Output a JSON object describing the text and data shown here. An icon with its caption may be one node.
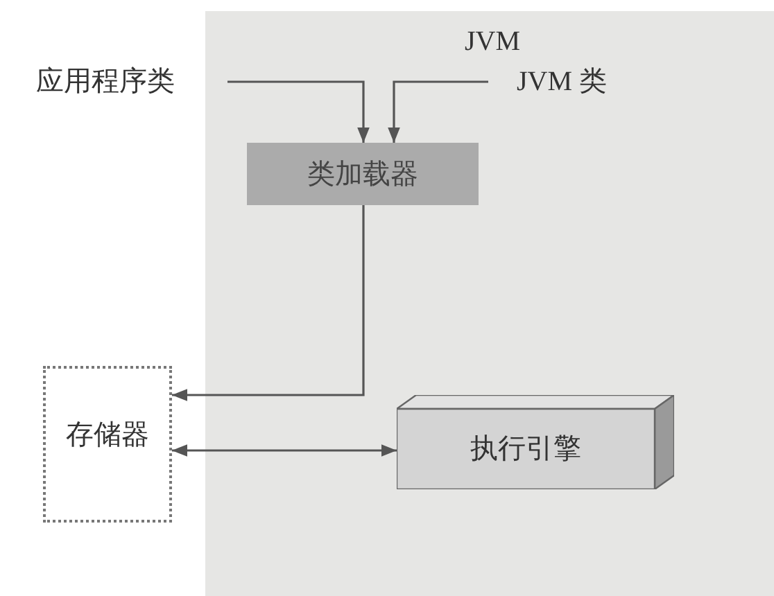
{
  "diagram": {
    "nodes": [
      {
        "text": [
          "JVM"
        ]
      },
      {
        "text": [
          "应用程序类"
        ]
      },
      {
        "text": [
          "JVM 类"
        ],
        "in": 0
      },
      {
        "text": [
          "类加载器"
        ],
        "in": 0
      },
      {
        "text": [
          "存储器"
        ]
      },
      {
        "text": [
          "执行引擎"
        ],
        "in": 0
      }
    ],
    "edges": [
      {
        "from": 1,
        "to": 3,
        "arrow": "to"
      },
      {
        "from": 2,
        "to": 3,
        "arrow": "to"
      },
      {
        "from": 3,
        "to": 4,
        "arrow": "to"
      },
      {
        "from": 4,
        "to": 5,
        "arrow": "both"
      }
    ]
  }
}
